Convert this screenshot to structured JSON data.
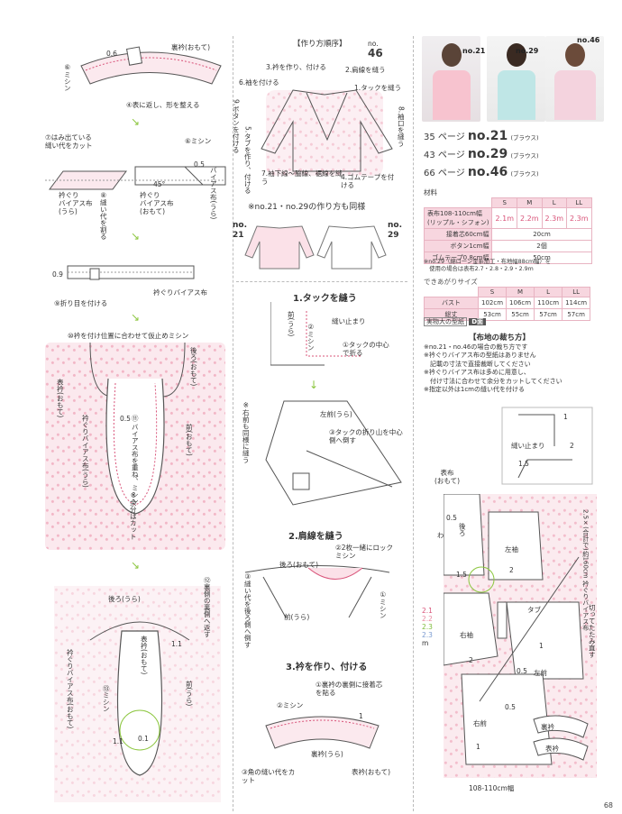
{
  "page_number": "68",
  "left_col": {
    "s6_label": "⑥ミシン",
    "s6_val_06": "0.6",
    "s6_collar": "裏衿(おもて)",
    "s4": "④表に返し、形を整える",
    "s7": "⑦はみ出ている\n縫い代をカット",
    "s6b": "⑥ミシン",
    "s6b_val": "0.5",
    "bias1": "衿ぐり\nバイアス布\n(うら)",
    "bias2": "衿ぐり\nバイアス布\n(おもて)",
    "deg45": "45°",
    "s8": "⑧縫い代を割る",
    "bias_ura": "バイアス布(うら)",
    "val09": "0.9",
    "bias_label": "衿ぐりバイアス布",
    "s9": "⑨折り目を付ける",
    "s10": "⑩衿を付け位置に合わせて仮止めミシン",
    "back_omote": "後ろ(おもて)",
    "front_omote_l": "表衿(おもて)",
    "bias_ura2": "衿ぐりバイアス布(うら)",
    "s11": "⑪ バイアス布を重ね、ミシン",
    "val05": "0.5",
    "excess": "※余分はカット",
    "front_omote_r": "前(おもて)",
    "s12": "⑫裏側の裏側へ返す",
    "back_ura": "後ろ(うら)",
    "omote_collar": "表衿(おもて)",
    "bias_omote": "衿ぐりバイアス布(おもて)",
    "s13": "⑬ミシン",
    "val11a": "1.1",
    "val11b": "1.1",
    "val01": "0.1",
    "front_ura": "前(うら)"
  },
  "mid_col": {
    "order_title": "【作り方順序】",
    "no46": "no.",
    "no46_num": "46",
    "s3": "3.衿を作り、付ける",
    "s2": "2.肩線を縫う",
    "s6": "6.袖を付ける",
    "s1": "1.タックを縫う",
    "s9": "9.ボタンを付ける",
    "s5": "5.タブを作り、付ける",
    "s8": "8.袖口を縫う",
    "s7": "7.袖下線～脇線、裾線を縫う",
    "s4": "4.ゴムテープを付ける",
    "same_note": "※no.21・no.29の作り方も同様",
    "no21": "no.\n21",
    "no29": "no.\n29",
    "h1": "1.タックを縫う",
    "front_ura": "前(うら)",
    "mishin2": "②ミシン",
    "nui_stop": "縫い止まり",
    "tack_center": "①タックの中心で折る",
    "migi_note": "※右前も同様に縫う",
    "left_front": "左前(うら)",
    "tack_fold": "③タックの折り山を中心側へ倒す",
    "h2": "2.肩線を縫う",
    "lock": "②2枚一緒にロックミシン",
    "back_omote": "後ろ(おもて)",
    "seam_back": "③縫い代を後ろ側へ倒す",
    "front_ura2": "前(うら)",
    "mishin1": "①ミシン",
    "h3": "3.衿を作り、付ける",
    "interfacing": "①裏衿の裏側に接着芯を貼る",
    "mishin2b": "②ミシン",
    "val1": "1",
    "back_collar": "裏衿(うら)",
    "corner_cut": "③角の縫い代をカット",
    "omote_collar": "表衿(おもて)"
  },
  "right_col": {
    "model_21": "no.21",
    "model_29": "no.29",
    "model_46": "no.46",
    "ref": [
      {
        "page": "35 ページ",
        "no": "no.21",
        "type": "(ブラウス)"
      },
      {
        "page": "43 ページ",
        "no": "no.29",
        "type": "(ブラウス)"
      },
      {
        "page": "66 ページ",
        "no": "no.46",
        "type": "(ブラウス)"
      }
    ],
    "materials_title": "材料",
    "mat_headers": [
      "S",
      "M",
      "L",
      "LL"
    ],
    "mat_rows": [
      {
        "label": "表布108-110cm幅\n(リップル・シフォン)",
        "vals": [
          "2.1m",
          "2.2m",
          "2.3m",
          "2.3m"
        ]
      },
      {
        "label": "接着芯60cm幅",
        "span": "20cm"
      },
      {
        "label": "ボタン1cm幅",
        "span": "2個"
      },
      {
        "label": "ゴムテープ0.8cm幅",
        "span": "50cm"
      }
    ],
    "mat_note": "※no.29（綿ローン金糸加工・布地幅88cm幅）を\n　使用の場合は表布2.7・2.8・2.9・2.9m",
    "size_title": "できあがりサイズ",
    "size_headers": [
      "S",
      "M",
      "L",
      "LL"
    ],
    "size_rows": [
      {
        "label": "バスト",
        "vals": [
          "102cm",
          "106cm",
          "110cm",
          "114cm"
        ]
      },
      {
        "label": "総丈",
        "vals": [
          "53cm",
          "55cm",
          "57cm",
          "57cm"
        ]
      }
    ],
    "pattern_label": "実物大の型紙",
    "pattern_face": "D面",
    "cut_title": "【布地の裁ち方】",
    "cut_notes": [
      "※no.21・no.46の場合の裁ち方です",
      "※衿ぐりバイアス布の型紙はありません",
      "　記載の寸法で直接裁断してください",
      "※衿ぐりバイアス布は多めに用意し、",
      "　付け寸法に合わせて余分をカットしてください",
      "※指定以外は1cmの縫い代を付ける"
    ],
    "detail_val1": "1",
    "detail_val2": "2",
    "detail_stop": "縫い止まり",
    "detail_val15": "1.5",
    "outer": "表布\n(おもて)",
    "wa": "わ",
    "back": "後ろ",
    "val05a": "0.5",
    "val15": "1.5",
    "left_sleeve": "左袖",
    "val2a": "2",
    "bias_note": "2.5×(合計で)約160cm 衿ぐりバイアス布",
    "lengths": [
      "2.1",
      "2.2",
      "2.3",
      "2.3",
      "m"
    ],
    "tab": "タブ",
    "right_sleeve": "右袖",
    "val2b": "2",
    "cut_fold": "切ってたたみ直す",
    "val05b": "0.5",
    "val1b": "1",
    "left_front": "左前",
    "val05c": "0.5",
    "right_front": "右前",
    "val1c": "1",
    "back_collar": "裏衿",
    "front_collar": "表衿",
    "width": "108-110cm幅"
  }
}
